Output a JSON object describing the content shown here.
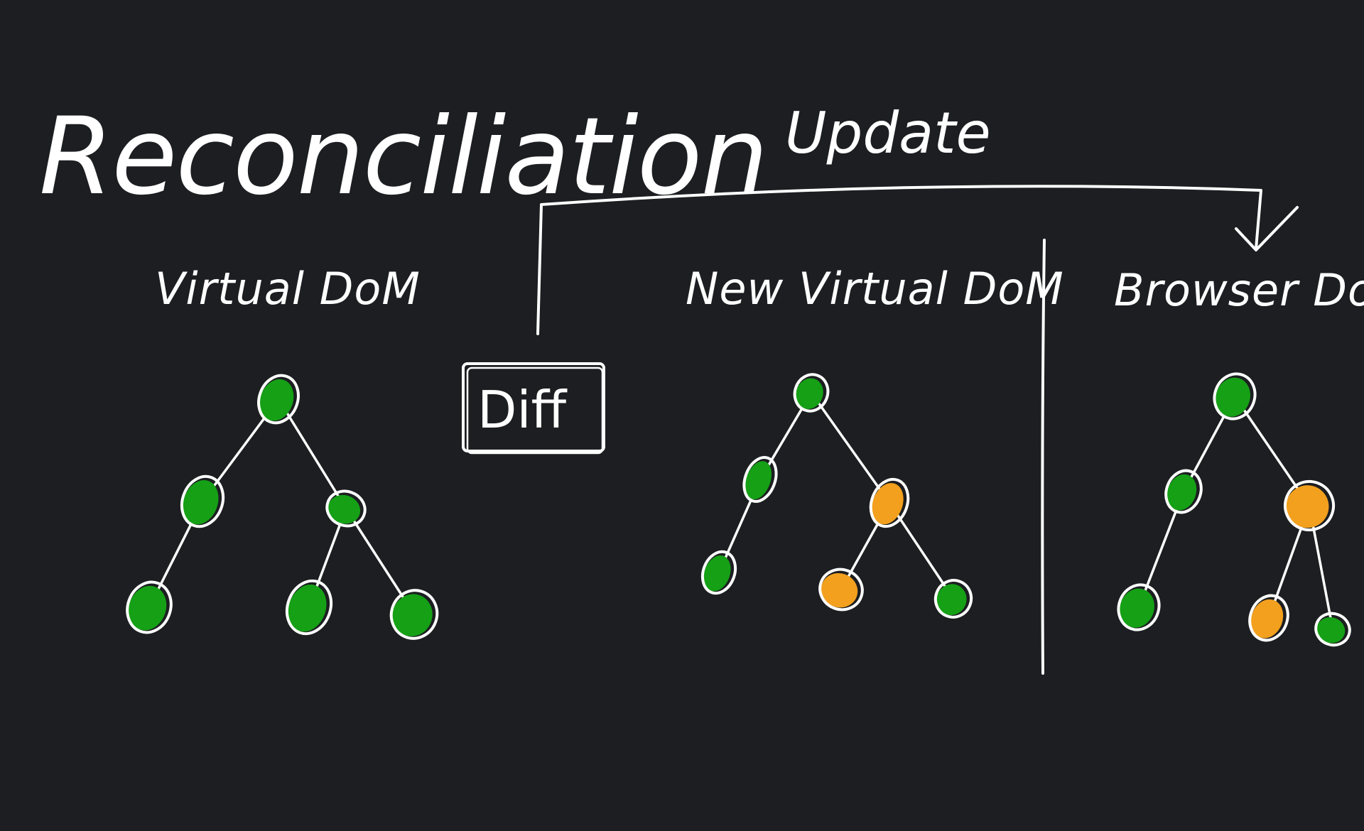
{
  "title": "Reconciliation",
  "update_label": "Update",
  "diff_label": "Diff",
  "colors": {
    "background": "#1c1e21",
    "ink": "#ffffff",
    "unchanged_node": "#15a016",
    "changed_node": "#f2a01e"
  },
  "panels": [
    {
      "id": "virtual-dom",
      "label": "Virtual DoM",
      "nodes": [
        {
          "id": "root",
          "status": "unchanged"
        },
        {
          "id": "left",
          "status": "unchanged"
        },
        {
          "id": "right",
          "status": "unchanged"
        },
        {
          "id": "left-leaf",
          "status": "unchanged"
        },
        {
          "id": "right-left-leaf",
          "status": "unchanged"
        },
        {
          "id": "right-right-leaf",
          "status": "unchanged"
        }
      ]
    },
    {
      "id": "new-virtual-dom",
      "label": "New Virtual DoM",
      "nodes": [
        {
          "id": "root",
          "status": "unchanged"
        },
        {
          "id": "left",
          "status": "unchanged"
        },
        {
          "id": "right",
          "status": "changed"
        },
        {
          "id": "left-leaf",
          "status": "unchanged"
        },
        {
          "id": "right-left-leaf",
          "status": "changed"
        },
        {
          "id": "right-right-leaf",
          "status": "unchanged"
        }
      ]
    },
    {
      "id": "browser-dom",
      "label": "Browser DoM",
      "nodes": [
        {
          "id": "root",
          "status": "unchanged"
        },
        {
          "id": "left",
          "status": "unchanged"
        },
        {
          "id": "right",
          "status": "changed"
        },
        {
          "id": "left-leaf",
          "status": "unchanged"
        },
        {
          "id": "right-left-leaf",
          "status": "changed"
        },
        {
          "id": "right-right-leaf",
          "status": "unchanged"
        }
      ]
    }
  ]
}
